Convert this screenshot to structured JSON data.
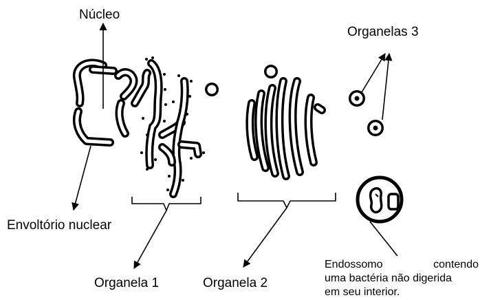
{
  "labels": {
    "nucleo": "Núcleo",
    "organelas3": "Organelas 3",
    "envoltorio": "Envoltório nuclear",
    "organela1": "Organela 1",
    "organela2": "Organela 2",
    "endossomo_line1_a": "Endossomo",
    "endossomo_line1_b": "contendo",
    "endossomo_line2": "uma bactéria não digerida",
    "endossomo_line3": "em seu interior."
  },
  "colors": {
    "ink": "#000000",
    "background": "#ffffff"
  }
}
